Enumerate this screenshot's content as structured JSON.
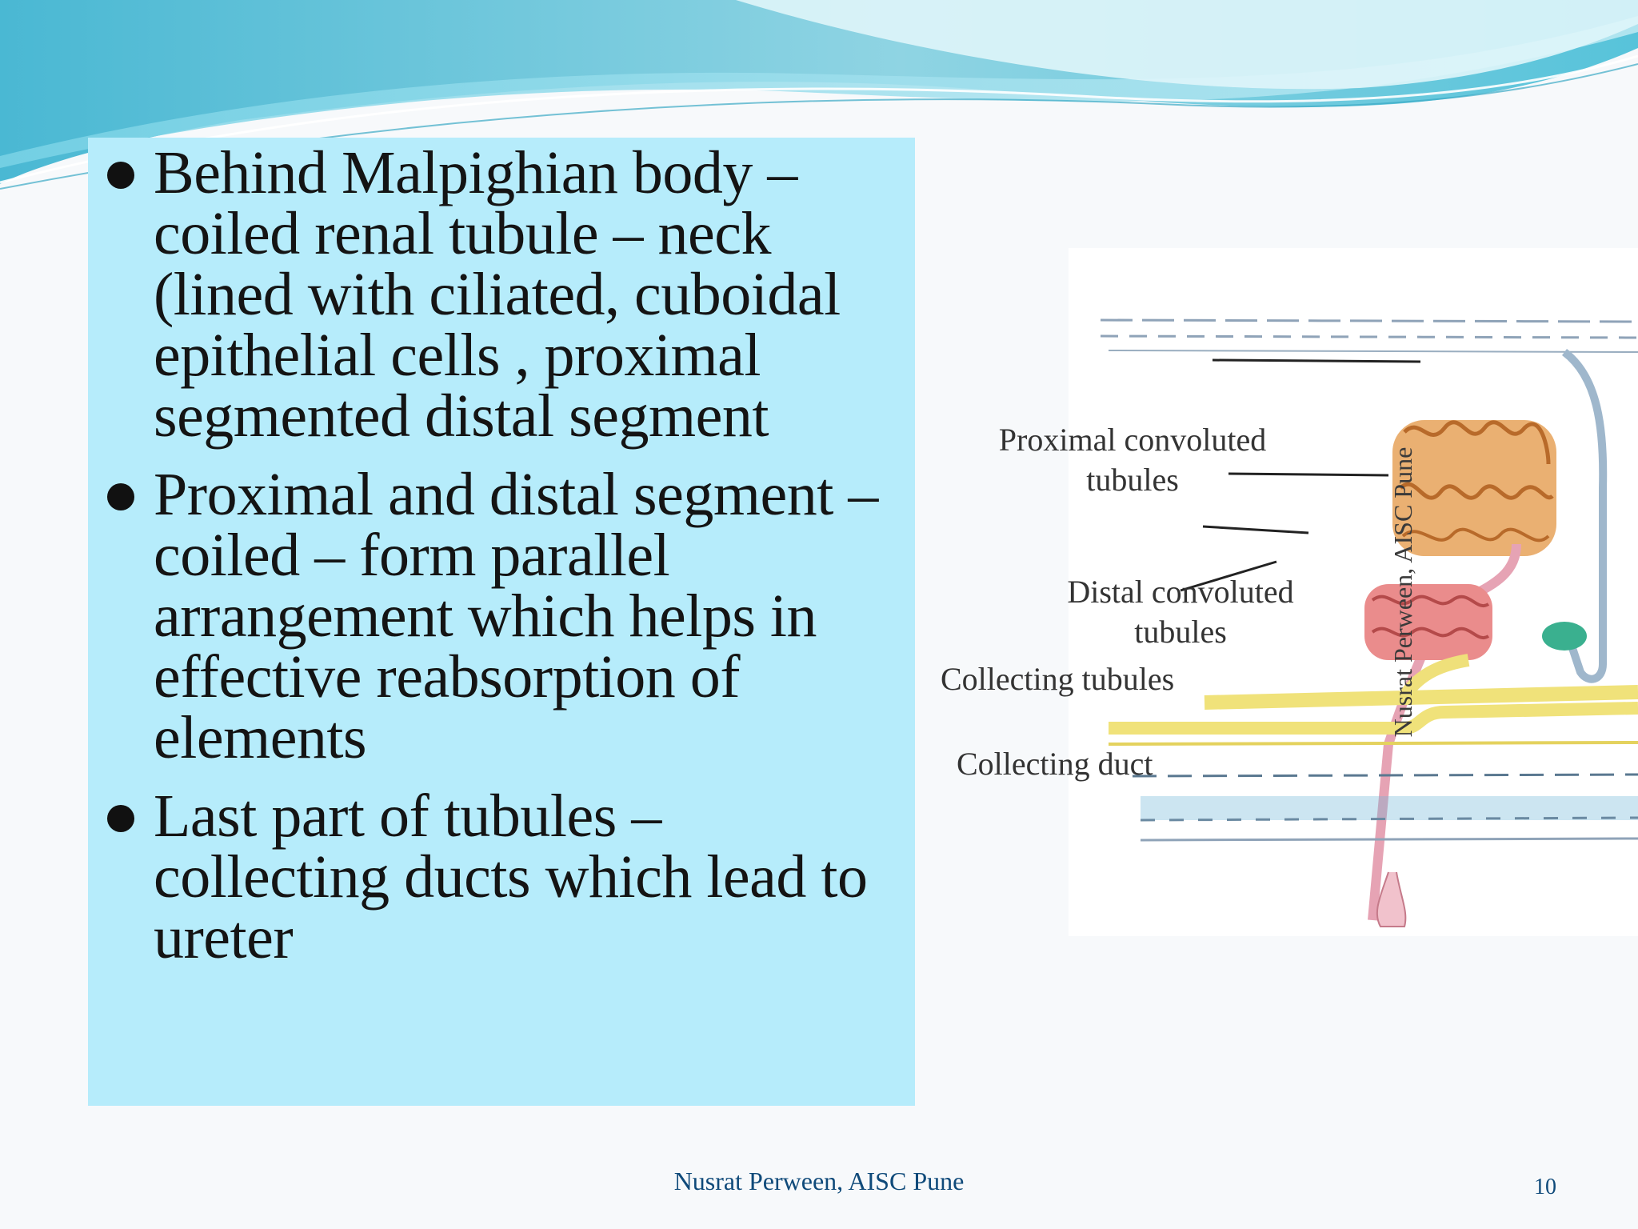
{
  "slide": {
    "bullets": [
      "Behind Malpighian body – coiled renal tubule – neck (lined with ciliated, cuboidal epithelial cells , proximal segmented distal segment",
      "Proximal and distal segment –coiled – form parallel arrangement which helps in effective reabsorption of elements",
      "Last part of tubules – collecting ducts which lead to ureter"
    ],
    "diagram": {
      "labels": {
        "proximal_line1": "Proximal convoluted",
        "proximal_line2": "tubules",
        "distal_line1": "Distal convoluted",
        "distal_line2": "tubules",
        "collecting_tubules": "Collecting tubules",
        "collecting_duct": "Collecting duct"
      },
      "watermark": "Nusrat Perween, AISC Pune"
    },
    "footer": {
      "author": "Nusrat Perween, AISC Pune",
      "page_number": "10"
    }
  },
  "colors": {
    "text_box_bg": "#b6ecfb",
    "wave_teal": "#5cc6da",
    "proximal_tubule": "#e8a05a",
    "distal_tubule": "#e47c7c",
    "collecting_duct": "#f0e27a",
    "footer_text": "#0f4a7a"
  }
}
